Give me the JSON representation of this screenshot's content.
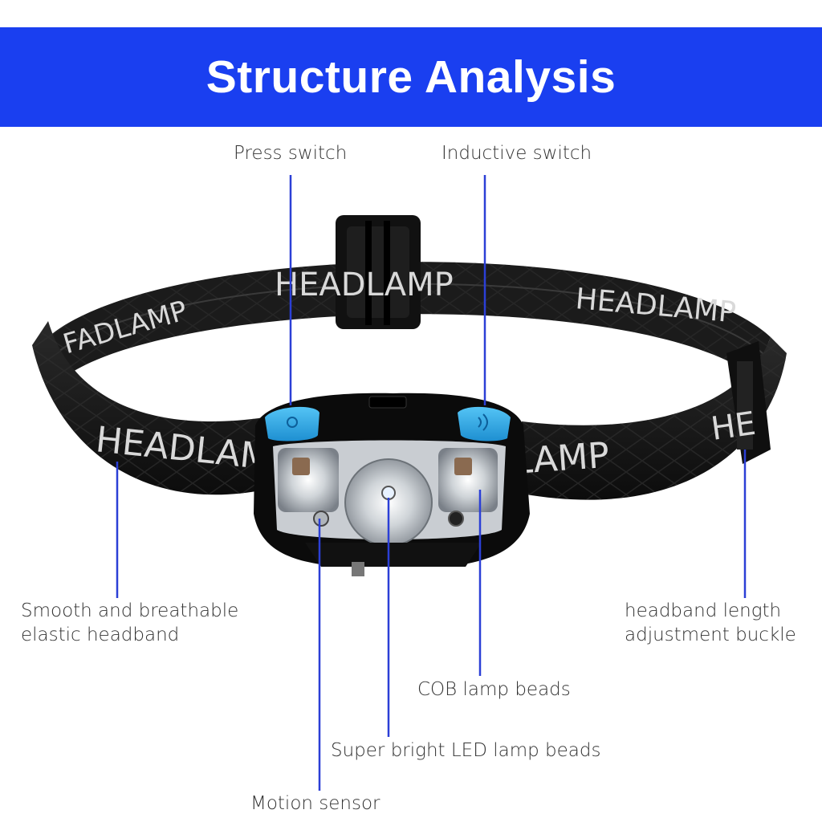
{
  "title": "Structure Analysis",
  "band_print": {
    "front_left": "HEADLAMP",
    "front_right": "LAMP",
    "back_left": "FADLAMP",
    "back_center": "HEADLAMP",
    "back_right": "HEADLAMP",
    "side_right": "HE"
  },
  "callouts": {
    "press_switch": "Press switch",
    "inductive_switch": "Inductive switch",
    "headband": [
      "Smooth and breathable",
      "elastic headband"
    ],
    "buckle": [
      "headband length",
      "adjustment buckle"
    ],
    "cob": "COB lamp beads",
    "led": "Super bright LED lamp beads",
    "motion": "Motion sensor"
  },
  "colors": {
    "banner": "#1a3ff0",
    "leader_line": "#2b3fd6",
    "button_accent": "#2aa8e8",
    "band": "#141414"
  }
}
